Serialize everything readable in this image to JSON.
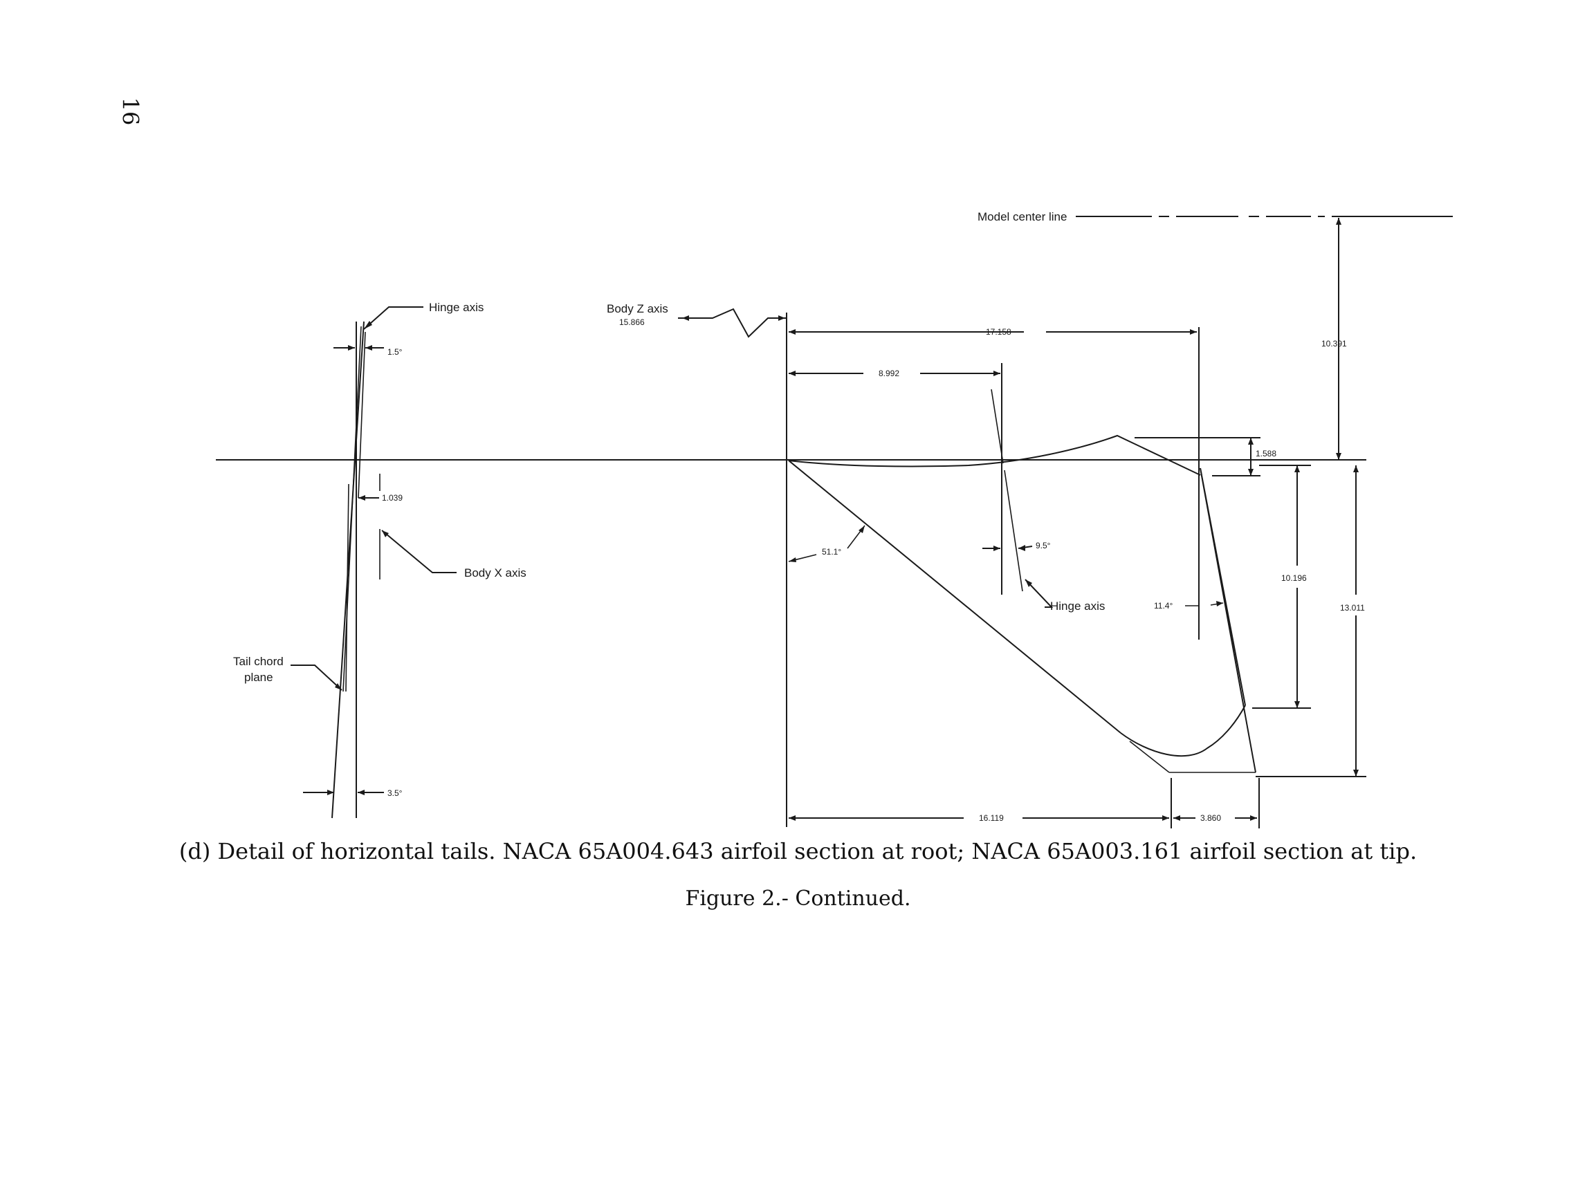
{
  "page_number": "16",
  "caption": {
    "detail": "(d) Detail of horizontal tails.  NACA 65A004.643 airfoil section at root; NACA 65A003.161 airfoil section at tip.",
    "figure": "Figure 2.- Continued."
  },
  "labels": {
    "model_center_line": "Model center line",
    "hinge_axis_left": "Hinge axis",
    "hinge_axis_right": "Hinge axis",
    "body_z_axis": "Body Z axis",
    "body_z_value": "15.866",
    "body_x_axis": "Body X axis",
    "tail_chord_plane_1": "Tail chord",
    "tail_chord_plane_2": "plane"
  },
  "dimensions": {
    "angle_1_5": "1.5°",
    "d_1_039": "1.039",
    "angle_3_5": "3.5°",
    "d_17_158": "17.158",
    "d_8_992": "8.992",
    "d_10_391": "10.391",
    "d_1_588": "1.588",
    "angle_51_1": "51.1°",
    "angle_9_5": "9.5°",
    "angle_11_4": "11.4°",
    "d_10_196": "10.196",
    "d_13_011": "13.011",
    "d_16_119": "16.119",
    "d_3_860": "3.860"
  }
}
